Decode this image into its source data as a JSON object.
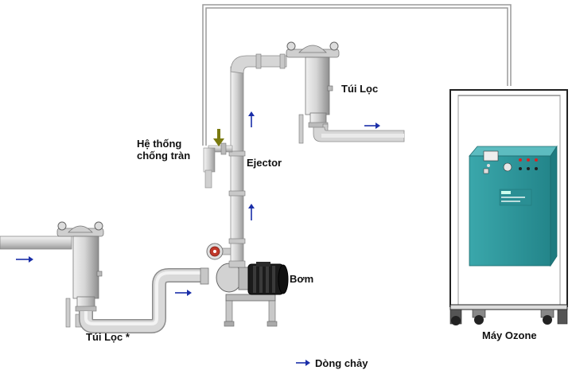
{
  "labels": {
    "filter_bag_top": "Túi Lọc",
    "overflow_system_line1": "Hệ thống",
    "overflow_system_line2": "chống tràn",
    "ejector": "Ejector",
    "filter_bag_bottom": "Túi Lọc *",
    "pump": "Bơm",
    "ozone_machine": "Máy Ozone",
    "legend_flow": "Dòng chảy"
  },
  "icons": {
    "flow_arrow": "flow-arrow-icon",
    "overflow_arrow": "down-arrow-icon"
  },
  "colors": {
    "pipe": "#d9d9d9",
    "pipe_edge": "#8c8c8c",
    "flow_arrow": "#1a2ea8",
    "overflow_arrow": "#7a7a10",
    "ozone_body": "#2f9aa0",
    "pump_motor": "#1b1b1b",
    "valve_red": "#c0392b"
  }
}
